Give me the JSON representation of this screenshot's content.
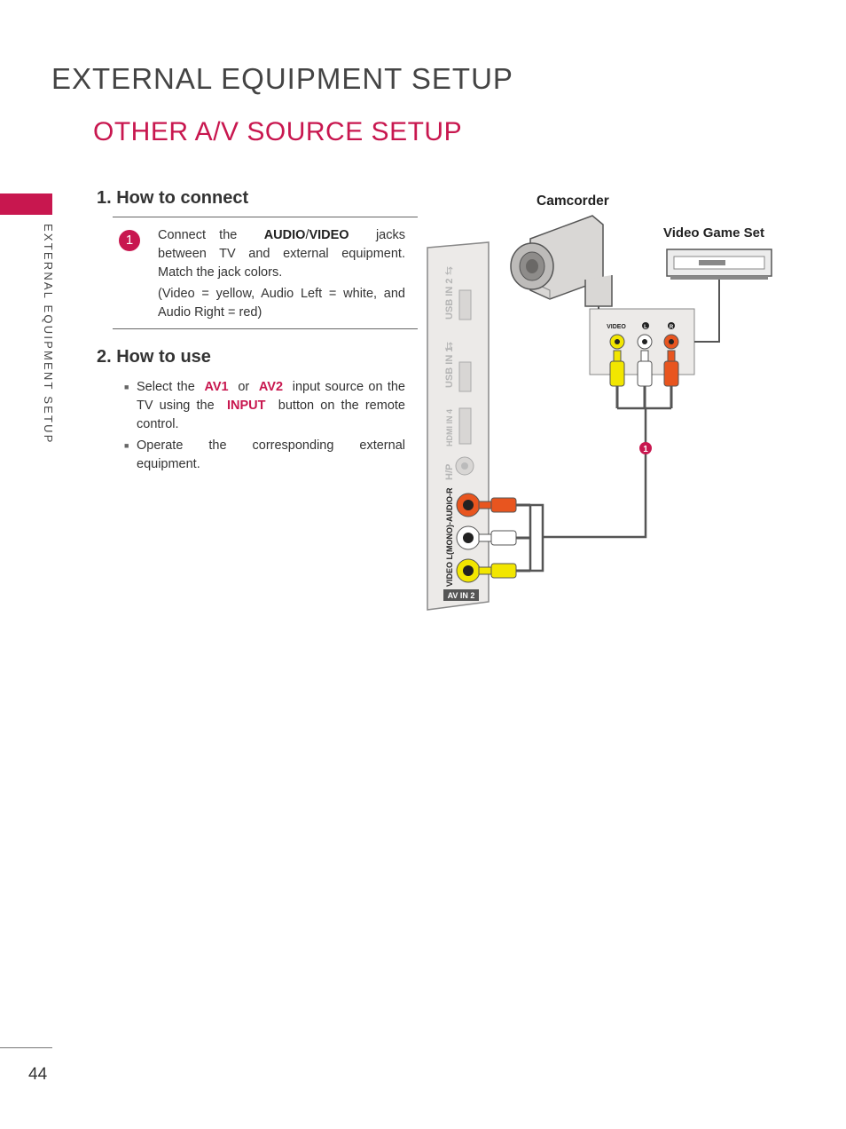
{
  "header": {
    "title": "EXTERNAL EQUIPMENT SETUP",
    "subtitle": "OTHER A/V SOURCE SETUP"
  },
  "sidebar": {
    "label": "EXTERNAL EQUIPMENT SETUP"
  },
  "page_number": "44",
  "how_to_connect": {
    "heading": "1. How to connect",
    "step_number": "1",
    "text_prefix": "Connect the",
    "audio": "AUDIO",
    "slash": "/",
    "video": "VIDEO",
    "text_suffix": "jacks between TV and external equipment. Match the jack colors.",
    "note": "(Video = yellow, Audio Left = white, and Audio Right = red)"
  },
  "how_to_use": {
    "heading": "2. How to use",
    "bullet_1": {
      "prefix": "Select the",
      "av1": "AV1",
      "or": "or",
      "av2": "AV2",
      "middle": "input source on the TV using the",
      "input": "INPUT",
      "suffix": "button on the remote control."
    },
    "bullet_2": "Operate the corresponding external equipment.",
    "bullet_symbol": "■"
  },
  "diagram": {
    "camcorder_label": "Camcorder",
    "game_label": "Video Game Set",
    "panel_usb2": "USB IN 2",
    "panel_usb1": "USB IN 1",
    "panel_hdmi": "HDMI IN 4",
    "panel_hp": "H/P",
    "panel_av_label": "VIDEO L(MONO)-AUDIO-R",
    "panel_av_in": "AV IN 2",
    "box_video": "VIDEO",
    "box_l": "L",
    "box_r": "R",
    "callout": "1",
    "colors": {
      "accent": "#c8174f",
      "video": "#f2e600",
      "audio_l": "#ffffff",
      "audio_r": "#e8551f"
    }
  }
}
